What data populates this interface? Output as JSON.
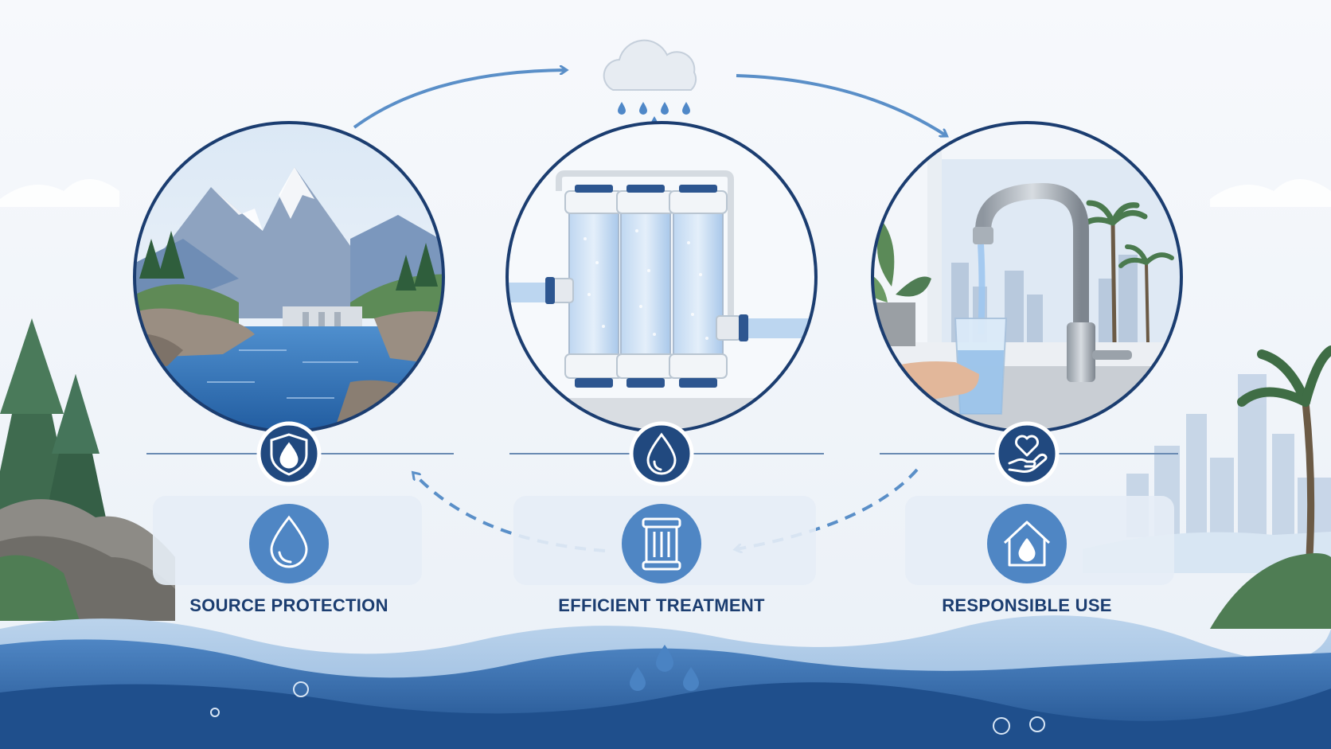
{
  "stages": [
    {
      "label": "SOURCE PROTECTION",
      "badge_icon": "shield-drop-icon",
      "card_icon": "water-drop-icon"
    },
    {
      "label": "EFFICIENT TREATMENT",
      "badge_icon": "water-drop-icon",
      "card_icon": "filter-cartridge-icon"
    },
    {
      "label": "RESPONSIBLE USE",
      "badge_icon": "heart-hand-icon",
      "card_icon": "house-drop-icon"
    }
  ],
  "colors": {
    "navy": "#1b3d70",
    "badge": "#21497f",
    "accent": "#5a8fc8",
    "card": "#e6edf6",
    "water": "#3f74b5",
    "background": "#f3f6fa"
  }
}
